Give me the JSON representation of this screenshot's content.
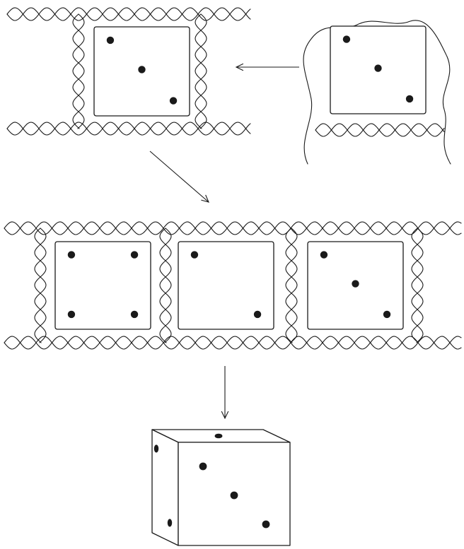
{
  "colors": {
    "ink": "#1a1a1a",
    "paper": "#ffffff"
  },
  "panels": [
    {
      "id": "braid-single",
      "pips": 3,
      "pattern": "diagonal"
    },
    {
      "id": "loop-single",
      "pips": 3,
      "pattern": "diagonal"
    },
    {
      "id": "braid-four",
      "pips": 4,
      "pattern": "corners"
    },
    {
      "id": "braid-two",
      "pips": 2,
      "pattern": "diagonal"
    },
    {
      "id": "braid-three",
      "pips": 3,
      "pattern": "diagonal"
    }
  ],
  "cube": {
    "top_face_pips": 1,
    "left_face_pips": 2,
    "front_face_pips": 3
  },
  "arrows": [
    {
      "from": "loop-single",
      "to": "braid-single",
      "direction": "left"
    },
    {
      "from": "braid-single",
      "to": "braid-row",
      "direction": "down-right"
    },
    {
      "from": "braid-row",
      "to": "cube",
      "direction": "down"
    }
  ]
}
